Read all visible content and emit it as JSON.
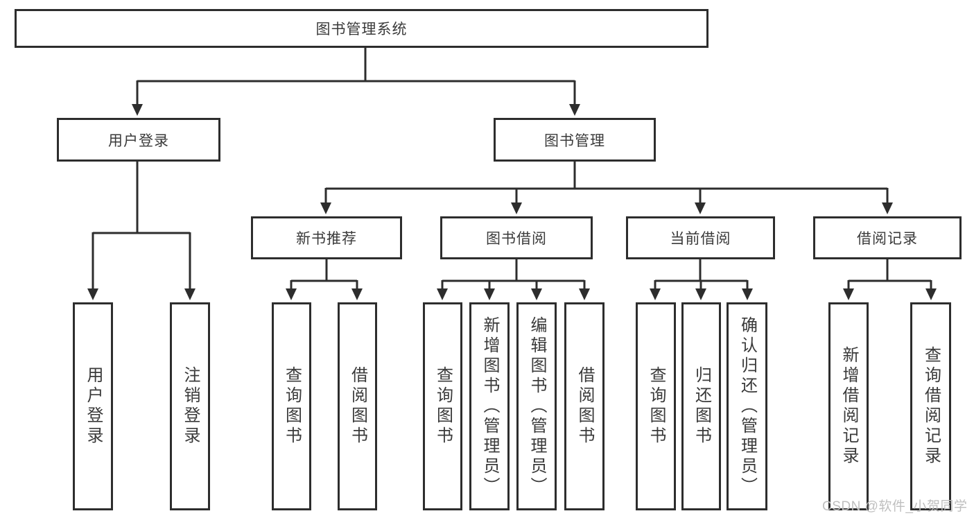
{
  "diagram_title": "图书管理系统",
  "tree": {
    "label": "图书管理系统",
    "children": [
      {
        "label": "用户登录",
        "children": [
          {
            "label": "用户登录"
          },
          {
            "label": "注销登录"
          }
        ]
      },
      {
        "label": "图书管理",
        "children": [
          {
            "label": "新书推荐",
            "children": [
              {
                "label": "查询图书"
              },
              {
                "label": "借阅图书"
              }
            ]
          },
          {
            "label": "图书借阅",
            "children": [
              {
                "label": "查询图书"
              },
              {
                "label": "新增图书（管理员）"
              },
              {
                "label": "编辑图书（管理员）"
              },
              {
                "label": "借阅图书"
              }
            ]
          },
          {
            "label": "当前借阅",
            "children": [
              {
                "label": "查询图书"
              },
              {
                "label": "归还图书"
              },
              {
                "label": "确认归还（管理员）"
              }
            ]
          },
          {
            "label": "借阅记录",
            "children": [
              {
                "label": "新增借阅记录"
              },
              {
                "label": "查询借阅记录"
              }
            ]
          }
        ]
      }
    ]
  },
  "watermark": {
    "text": "CSDN @软件_小贺同学"
  },
  "colors": {
    "line": "#2d2d2d",
    "box_border": "#2d2d2d",
    "text": "#3a3a3a",
    "watermark": "#bfbfbf",
    "background": "#ffffff"
  }
}
